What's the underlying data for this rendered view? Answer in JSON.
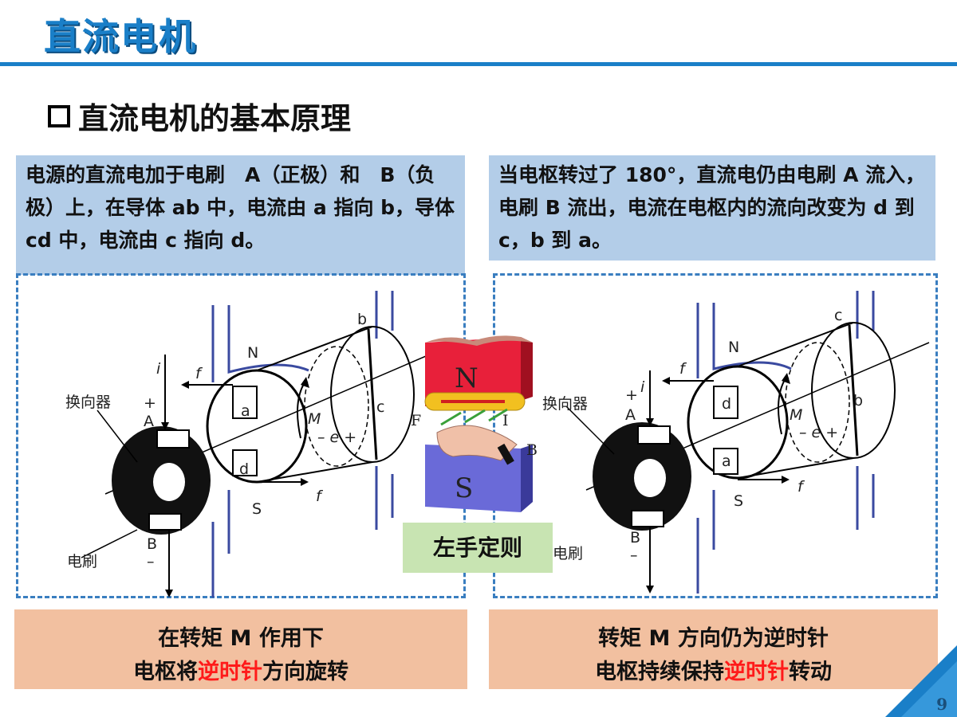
{
  "header": {
    "title": "直流电机",
    "subtitle": "直流电机的基本原理"
  },
  "left_panel": {
    "text": "电源的直流电加于电刷　A（正极）和　B（负极）上，在导体 ab 中，电流由 a 指向 b，导体 cd 中，电流由 c 指向 d。",
    "caption_line1": "在转矩 M 作用下",
    "caption_line2_pre": "电枢将",
    "caption_line2_red": "逆时针",
    "caption_line2_post": "方向旋转"
  },
  "right_panel": {
    "text": "当电枢转过了 180°，直流电仍由电刷 A 流入，电刷 B 流出，电流在电枢内的流向改变为 d 到 c，b 到 a。",
    "caption_line1": "转矩 M 方向仍为逆时针",
    "caption_line2_pre": "电枢持续保持",
    "caption_line2_red": "逆时针",
    "caption_line2_post": "转动"
  },
  "center": {
    "rule_label": "左手定则"
  },
  "motor_left_labels": {
    "commutator": "换向器",
    "brush": "电刷",
    "b": "b",
    "a": "a",
    "c": "c",
    "d": "d",
    "N": "N",
    "S": "S",
    "i": "i",
    "f_top": "f",
    "f_bottom": "f",
    "M": "M",
    "emf": "– e +",
    "A": "A",
    "B": "B",
    "plus": "+",
    "minus": "–"
  },
  "motor_right_labels": {
    "commutator": "换向器",
    "brush": "电刷",
    "c": "c",
    "d": "d",
    "b": "b",
    "a": "a",
    "N": "N",
    "S": "S",
    "i": "i",
    "f_top": "f",
    "f_bottom": "f",
    "M": "M",
    "emf": "– e +",
    "A": "A",
    "B": "B",
    "plus": "+",
    "minus": "–"
  },
  "hand_figure": {
    "N": "N",
    "S": "S",
    "F": "F",
    "I": "I",
    "B": "B"
  },
  "page_number": "9",
  "colors": {
    "accent": "#1a7fc8",
    "highlight_red": "#ff1a1a",
    "box_blue": "#b3cde8",
    "box_peach": "#f2c0a0",
    "box_green": "#c8e4b2"
  }
}
